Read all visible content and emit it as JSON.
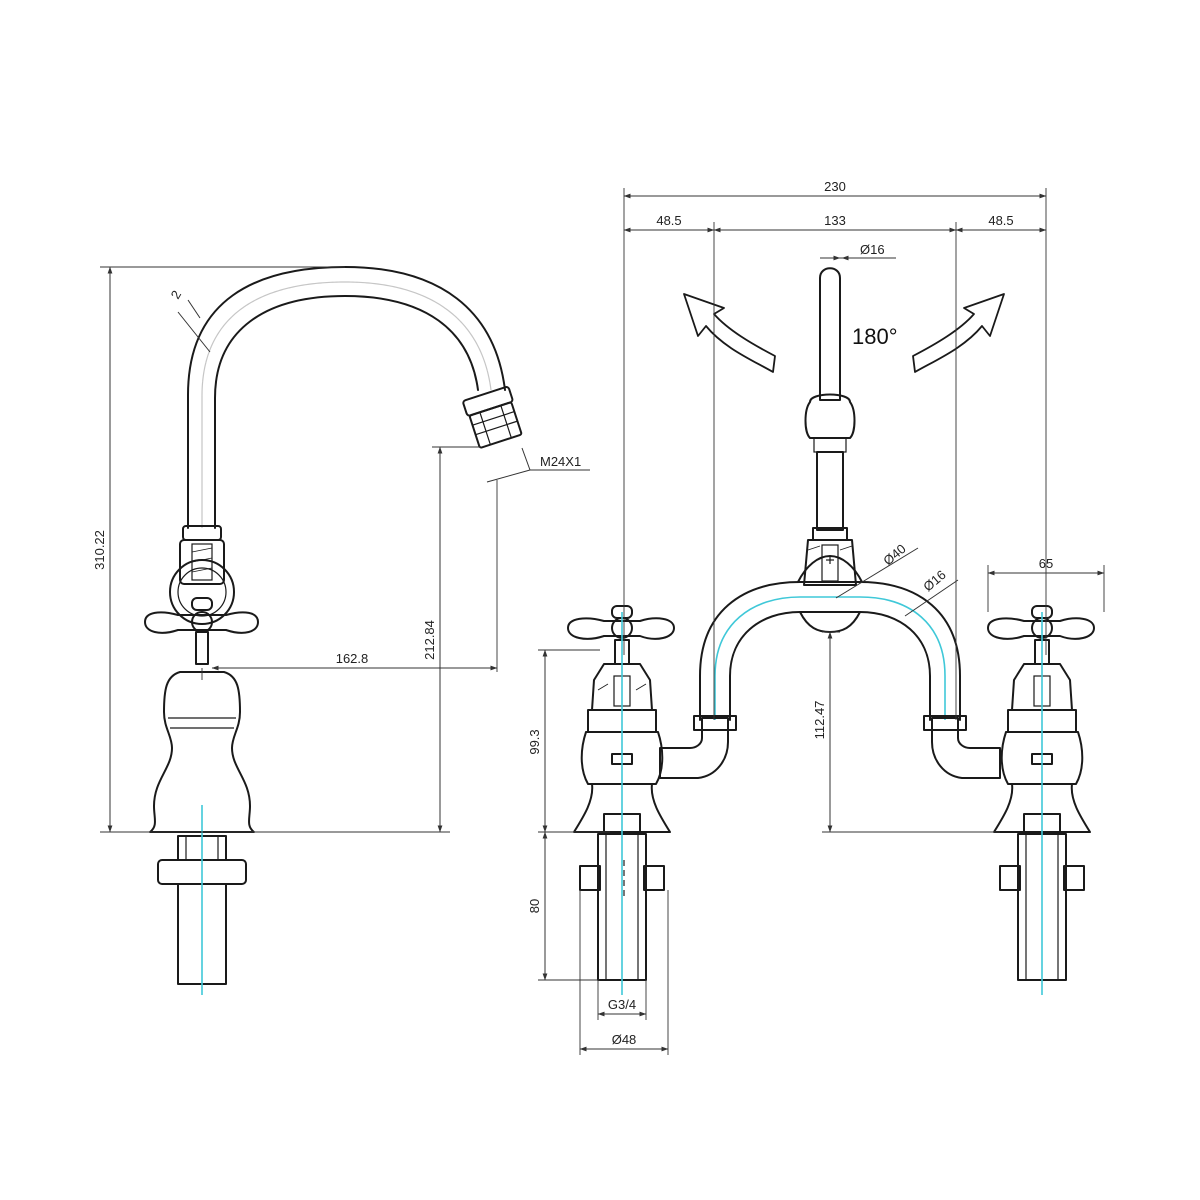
{
  "colors": {
    "outline": "#1a1a1a",
    "axis": "#3fc8d8",
    "background": "#ffffff"
  },
  "side_view": {
    "height_total": "310.22",
    "spout_outlet_height": "212.84",
    "spout_reach": "162.8",
    "aerator_thread": "M24X1",
    "angle_mark": "2"
  },
  "front_view": {
    "width_total": "230",
    "left_offset": "48.5",
    "center_spacing": "133",
    "right_offset": "48.5",
    "spout_diameter": "Ø16",
    "swivel_angle": "180°",
    "bridge_hub_diameter": "Ø40",
    "bridge_tube_diameter": "Ø16",
    "handle_span": "65",
    "valve_height": "99.3",
    "bridge_height": "112.47",
    "shank_length": "80",
    "thread_size": "G3/4",
    "flange_diameter": "Ø48"
  }
}
